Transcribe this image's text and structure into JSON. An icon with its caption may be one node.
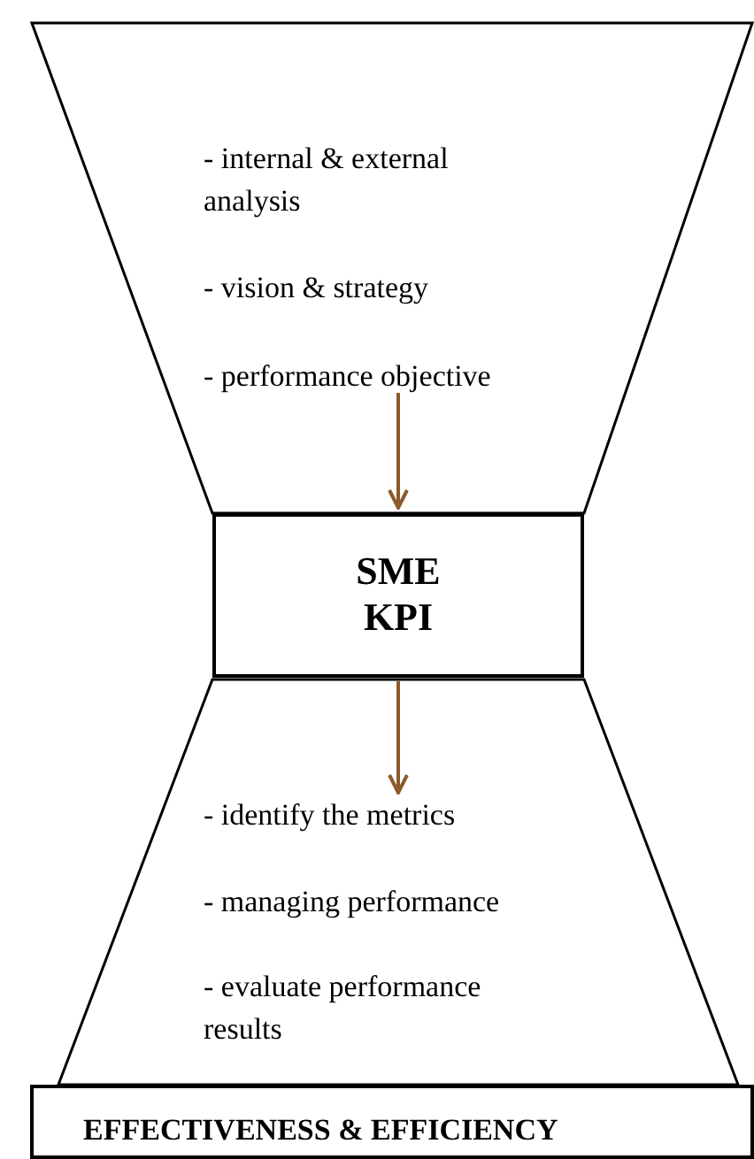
{
  "diagram": {
    "nodes": [
      {
        "text": [
          "- internal & external analysis",
          "- vision & strategy",
          "- performance objective"
        ]
      },
      {
        "text": [
          "SME KPI"
        ]
      },
      {
        "text": [
          "- identify the metrics",
          "- managing performance",
          "- evaluate performance results"
        ]
      },
      {
        "text": [
          "EFFECTIVENESS & EFFICIENCY"
        ]
      }
    ],
    "edges": [
      {
        "from": 0,
        "to": 1,
        "arrow": "to"
      },
      {
        "from": 1,
        "to": 2,
        "arrow": "to"
      }
    ]
  }
}
